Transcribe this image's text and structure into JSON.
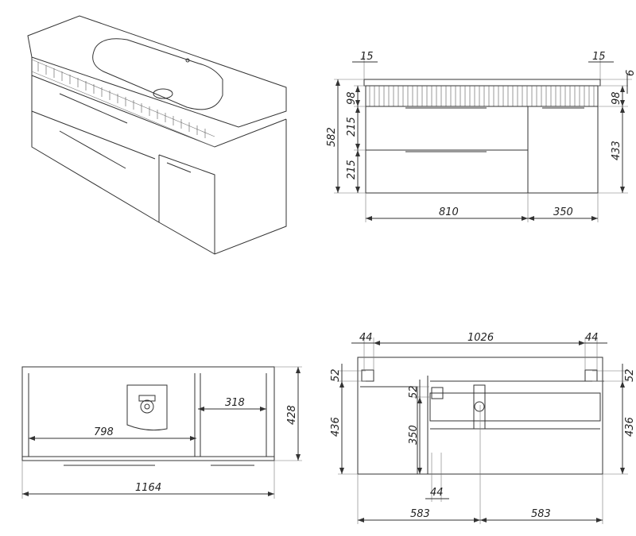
{
  "views": {
    "front": {
      "dims": {
        "overhang_left": "15",
        "overhang_right": "15",
        "top_thickness": "6",
        "band_left": "98",
        "band_right": "98",
        "total_height": "582",
        "drawer_top": "215",
        "drawer_bottom": "215",
        "door_height": "433",
        "drawers_width": "810",
        "door_width": "350"
      }
    },
    "plan": {
      "dims": {
        "inner_width": "798",
        "side_depth": "318",
        "depth": "428",
        "total_width": "1164"
      }
    },
    "rear": {
      "dims": {
        "hinge_left": "44",
        "span": "1026",
        "hinge_right": "44",
        "top_left": "52",
        "height_left": "436",
        "top_right": "52",
        "height_right": "436",
        "inner_top": "52",
        "inner_height": "350",
        "offset": "44",
        "half_left": "583",
        "half_right": "583"
      }
    }
  }
}
